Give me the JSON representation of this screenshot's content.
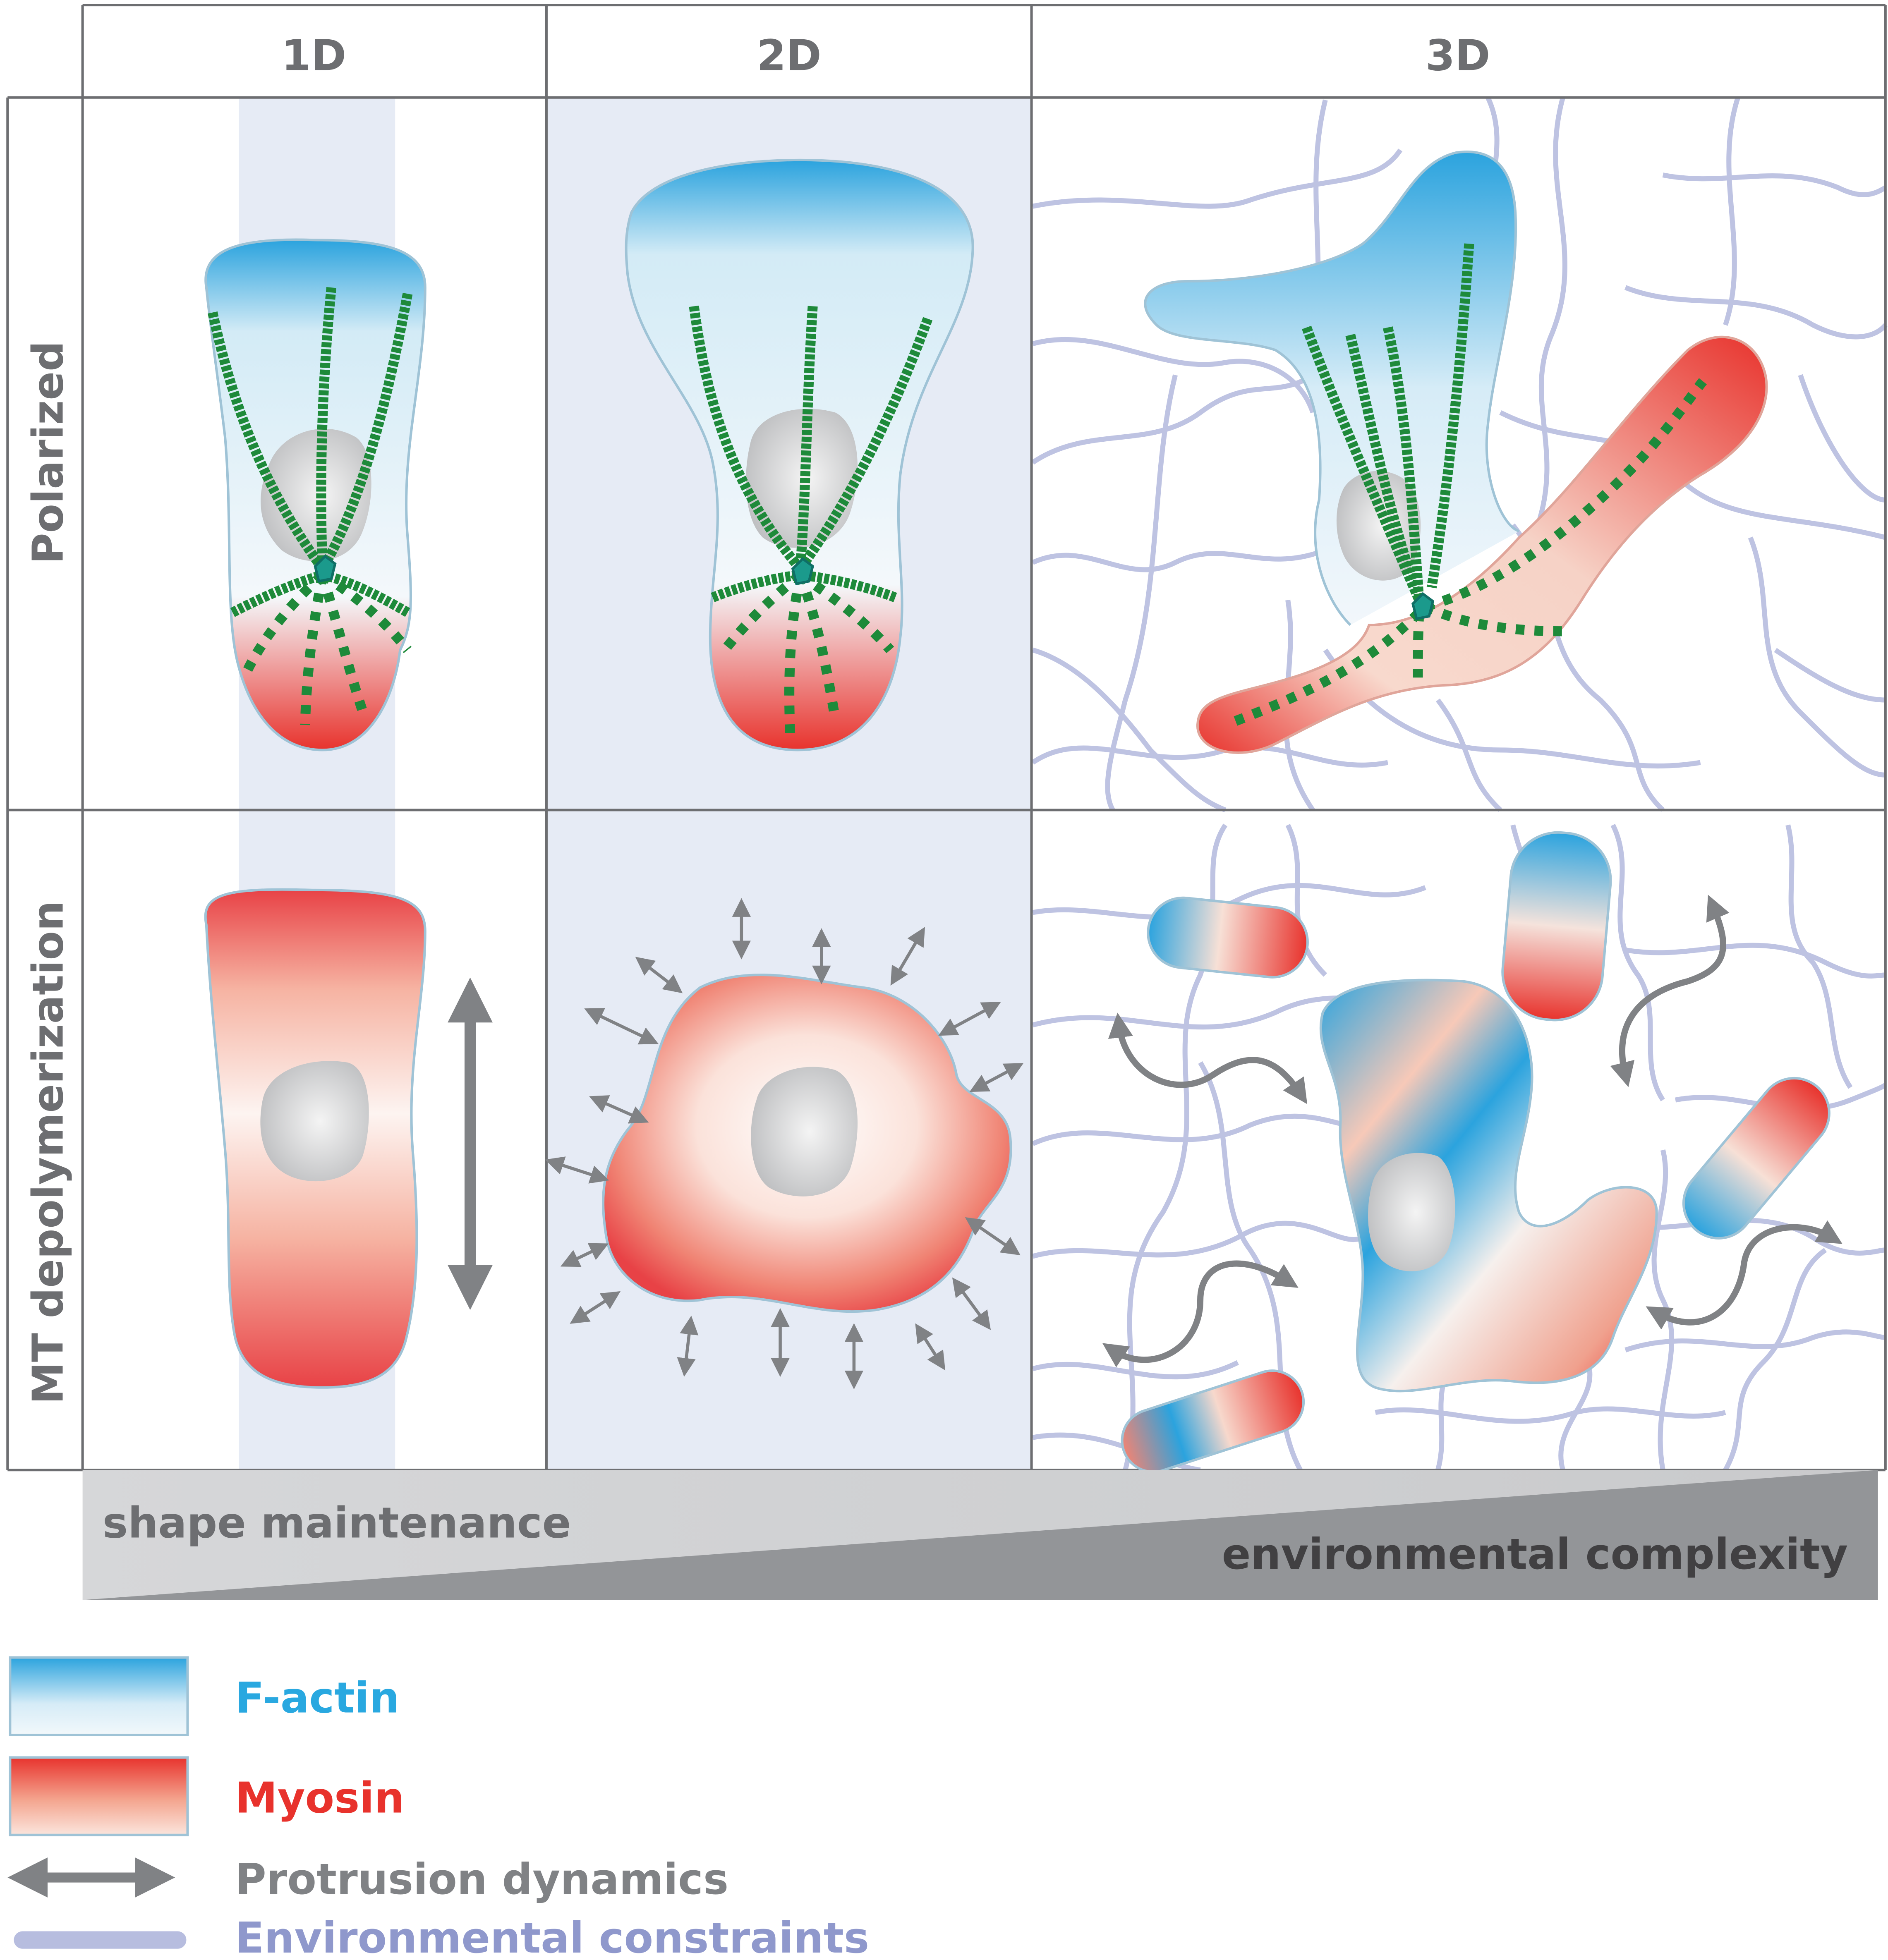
{
  "columns": [
    "1D",
    "2D",
    "3D"
  ],
  "rows": [
    "Polarized",
    "MT depolymerization"
  ],
  "gradient_bar": {
    "left_label": "shape maintenance",
    "right_label": "environmental complexity"
  },
  "legend": [
    {
      "label": "F-actin",
      "color": "#29a8e0",
      "icon": "f-actin-swatch"
    },
    {
      "label": "Myosin",
      "color": "#e8322c",
      "icon": "myosin-swatch"
    },
    {
      "label": "Protrusion dynamics",
      "color": "#808080",
      "icon": "double-arrow-icon"
    },
    {
      "label": "Environmental constraints",
      "color": "#8f98cc",
      "icon": "fiber-line-icon"
    }
  ],
  "colors": {
    "grid_line": "#6d6e71",
    "substrate": "#e6ebf5",
    "fiber": "#b7bddf",
    "microtubule": "#1e8a3a",
    "nucleus": "#c8c8c8",
    "arrow": "#808285"
  }
}
